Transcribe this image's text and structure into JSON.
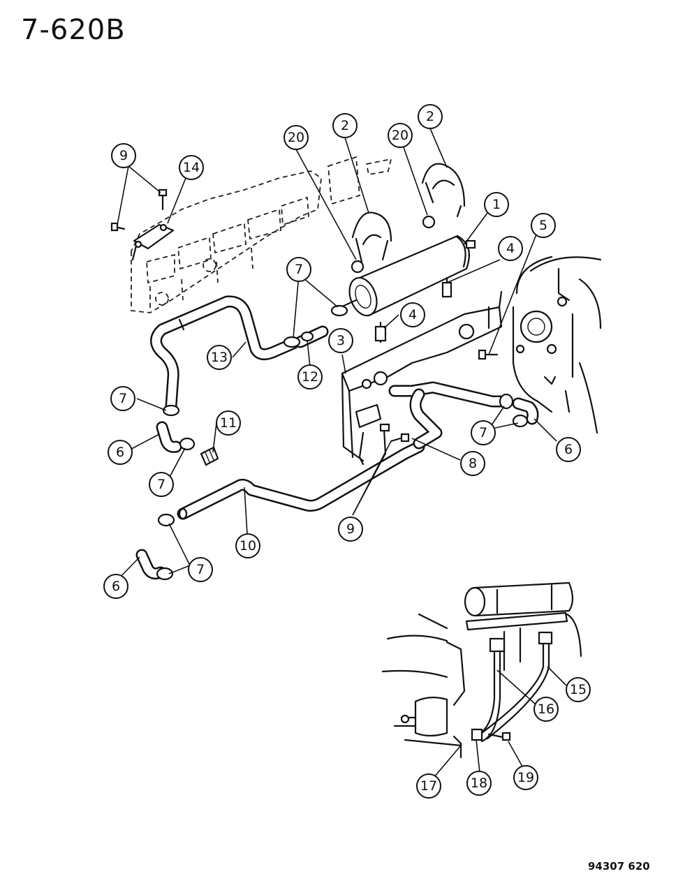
{
  "figure_id": "7-620B",
  "figure_code": "94307 620",
  "callouts": [
    "20",
    "2",
    "20",
    "2",
    "1",
    "4",
    "5",
    "9",
    "14",
    "7",
    "4",
    "3",
    "13",
    "12",
    "7",
    "11",
    "6",
    "7",
    "7",
    "6",
    "8",
    "9",
    "10",
    "6",
    "7",
    "15",
    "16",
    "17",
    "18",
    "19"
  ]
}
